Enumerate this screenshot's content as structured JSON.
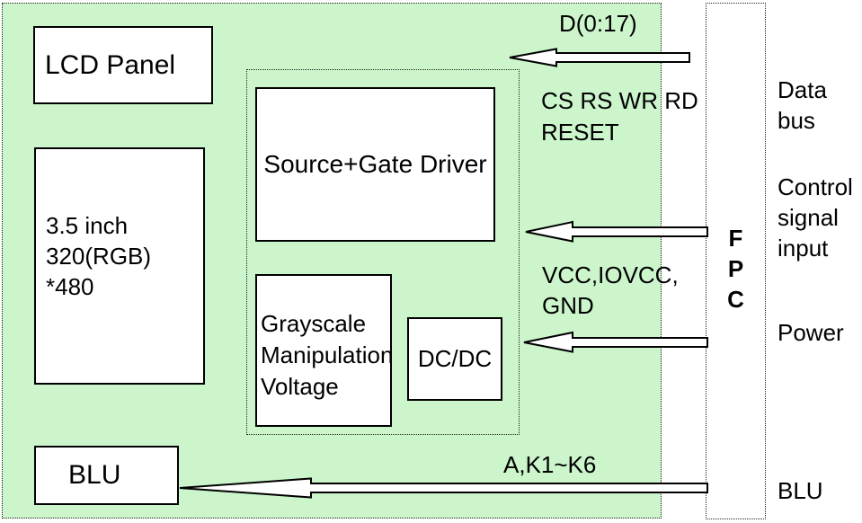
{
  "module": {
    "panel": {
      "title": "LCD Panel",
      "spec_line1": "3.5 inch",
      "spec_line2": "320(RGB) *480"
    },
    "driver_box": {
      "label": "Source+Gate Driver"
    },
    "grayscale_box": {
      "line1": "Grayscale",
      "line2": "Manipulation",
      "line3": "Voltage"
    },
    "dcdc_box": {
      "label": "DC/DC"
    },
    "blu_box": {
      "label": "BLU"
    }
  },
  "fpc": {
    "letters": [
      "F",
      "P",
      "C"
    ]
  },
  "signals": {
    "data_bus": {
      "label": "D(0:17)"
    },
    "control": {
      "line1": "CS RS WR RD",
      "line2": "RESET"
    },
    "power": {
      "line1": "VCC,IOVCC,",
      "line2": "GND"
    },
    "backlight": {
      "label": "A,K1~K6"
    }
  },
  "right_labels": {
    "data_bus": {
      "line1": "Data",
      "line2": "bus"
    },
    "control": {
      "line1": "Control",
      "line2": "signal",
      "line3": "input"
    },
    "power": "Power",
    "blu": "BLU"
  },
  "colors": {
    "module_fill": "#ccf5cc",
    "box_fill": "#ffffff",
    "border": "#000000"
  }
}
